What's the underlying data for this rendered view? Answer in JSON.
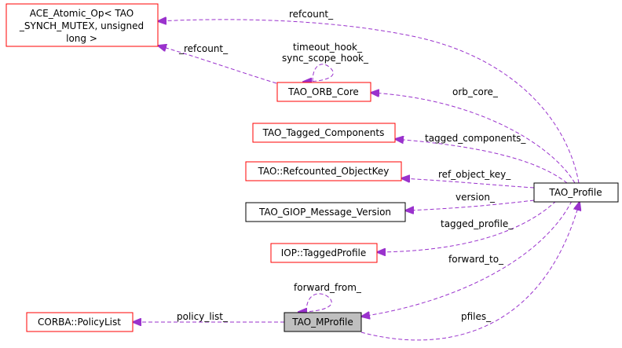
{
  "nodes": {
    "ace_atomic_op": {
      "lines": [
        "ACE_Atomic_Op< TAO",
        "_SYNCH_MUTEX, unsigned",
        "long >"
      ]
    },
    "orb_core": {
      "label": "TAO_ORB_Core"
    },
    "tagged_components": {
      "label": "TAO_Tagged_Components"
    },
    "refcounted_objectkey": {
      "label": "TAO::Refcounted_ObjectKey"
    },
    "giop_message_version": {
      "label": "TAO_GIOP_Message_Version"
    },
    "tagged_profile": {
      "label": "IOP::TaggedProfile"
    },
    "policy_list": {
      "label": "CORBA::PolicyList"
    },
    "mprofile": {
      "label": "TAO_MProfile"
    },
    "profile": {
      "label": "TAO_Profile"
    }
  },
  "edges": {
    "refcount_profile": "refcount_",
    "refcount_orb": "_refcount_",
    "timeout_hook": "timeout_hook_",
    "sync_scope_hook": "sync_scope_hook_",
    "orb_core": "orb_core_",
    "tagged_components": "tagged_components_",
    "ref_object_key": "ref_object_key_",
    "version": "version_",
    "tagged_profile": "tagged_profile_",
    "forward_to": "forward_to_",
    "forward_from": "forward_from_",
    "policy_list": "policy_list_",
    "pfiles": "pfiles_"
  },
  "colors": {
    "edge": "#9a32cd",
    "node_border_linked": "#ff0000",
    "node_border_plain": "#000000",
    "focus_fill": "#bfbfbf"
  }
}
